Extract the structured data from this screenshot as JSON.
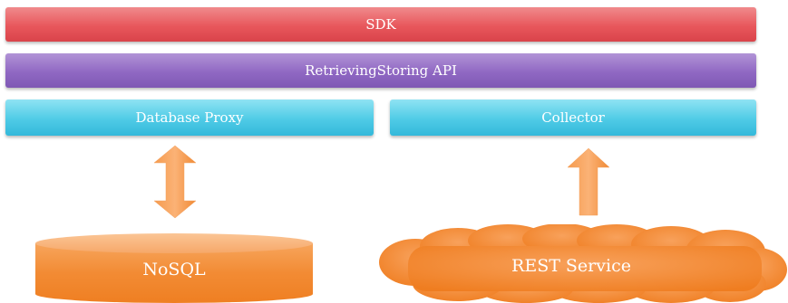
{
  "diagram": {
    "sdk_label": "SDK",
    "api_label": "RetrievingStoring API",
    "proxy_label": "Database Proxy",
    "collector_label": "Collector",
    "nosql_label": "NoSQL",
    "rest_label": "REST Service"
  },
  "colors": {
    "sdk": "#e8575c",
    "api": "#9068c3",
    "component": "#4fcbe6",
    "storage": "#f7943a"
  }
}
